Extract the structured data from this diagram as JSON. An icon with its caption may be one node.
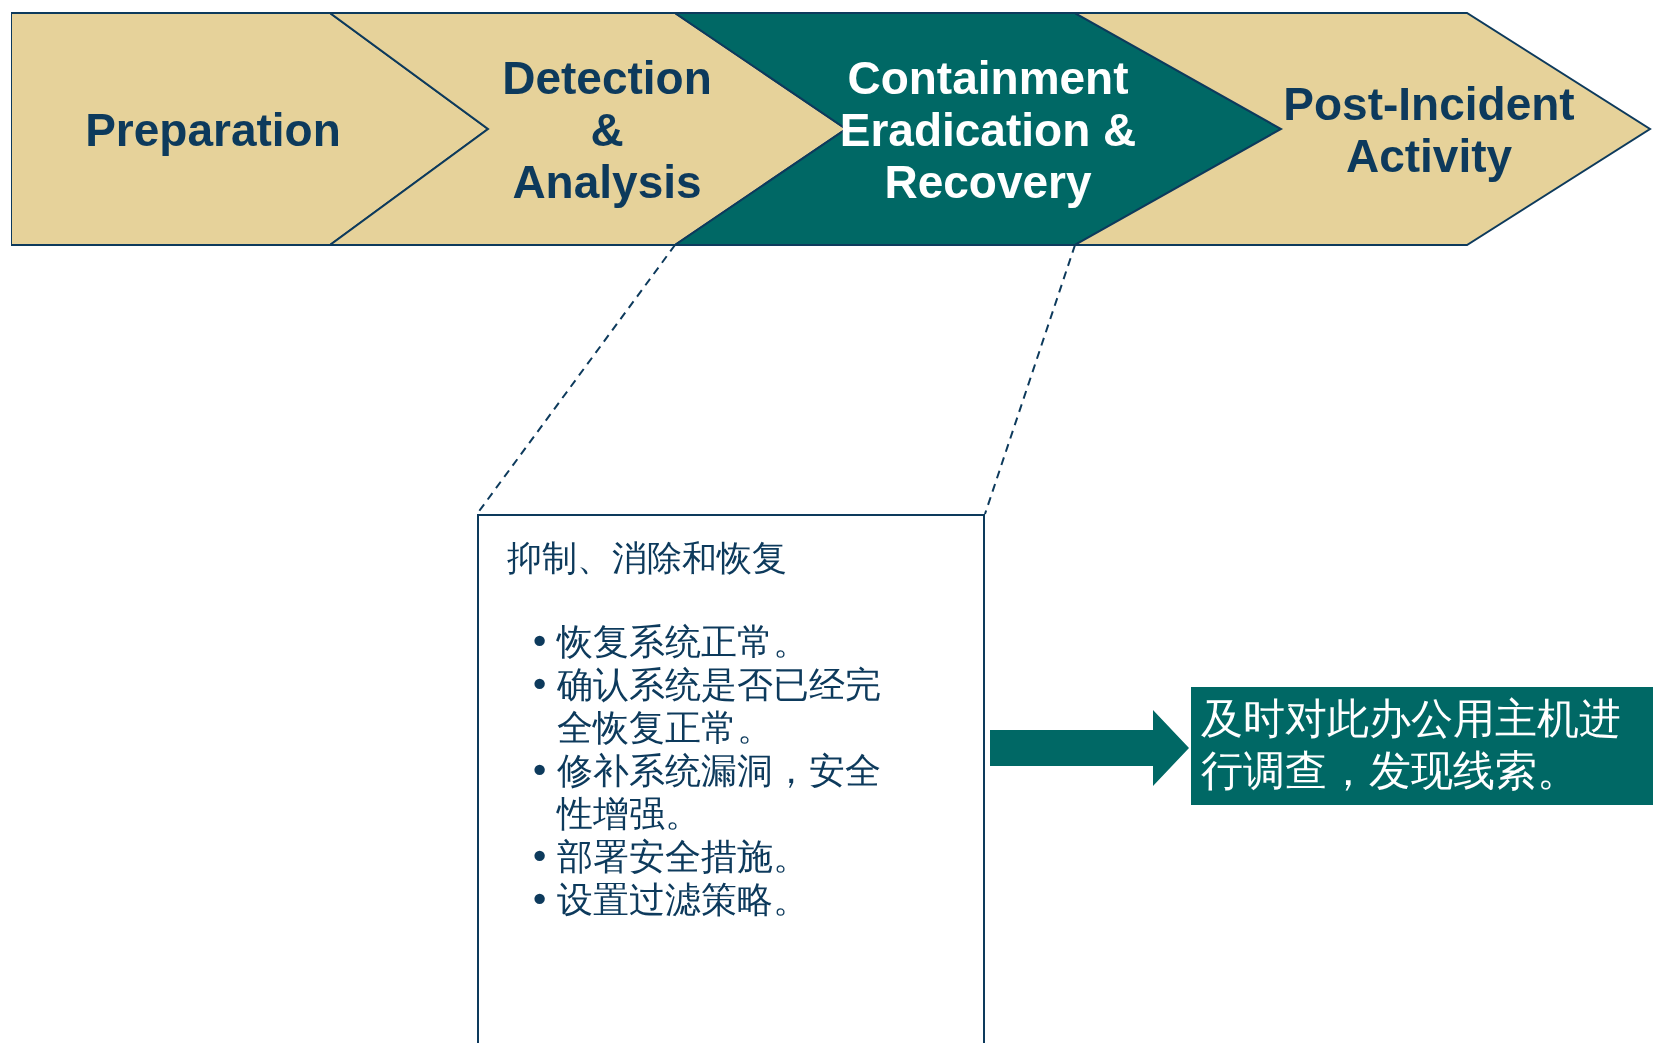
{
  "diagram": {
    "nodes": [
      {
        "text": [
          "Preparation"
        ]
      },
      {
        "text": [
          "Detection & Analysis"
        ]
      },
      {
        "text": [
          "Containment Eradication & Recovery"
        ]
      },
      {
        "text": [
          "Post-Incident Activity"
        ]
      },
      {
        "text": [
          "抑制、消除和恢复",
          "恢复系统正常。",
          "确认系统是否已经完全恢复正常。",
          "修补系统漏洞，安全性增强。",
          "部署安全措施。",
          "设置过滤策略。"
        ]
      },
      {
        "text": [
          "及时对此办公用主机进行调查，发现线索。"
        ]
      }
    ],
    "edges": [
      {
        "from": 2,
        "to": 4,
        "arrow": "none",
        "style": "dashed"
      },
      {
        "from": 2,
        "to": 4,
        "arrow": "none",
        "style": "dashed"
      },
      {
        "from": 4,
        "to": 5,
        "arrow": "to",
        "style": "thick",
        "color": "#006865"
      }
    ],
    "labels": [
      "•",
      "•",
      "•",
      "•",
      "•"
    ]
  }
}
